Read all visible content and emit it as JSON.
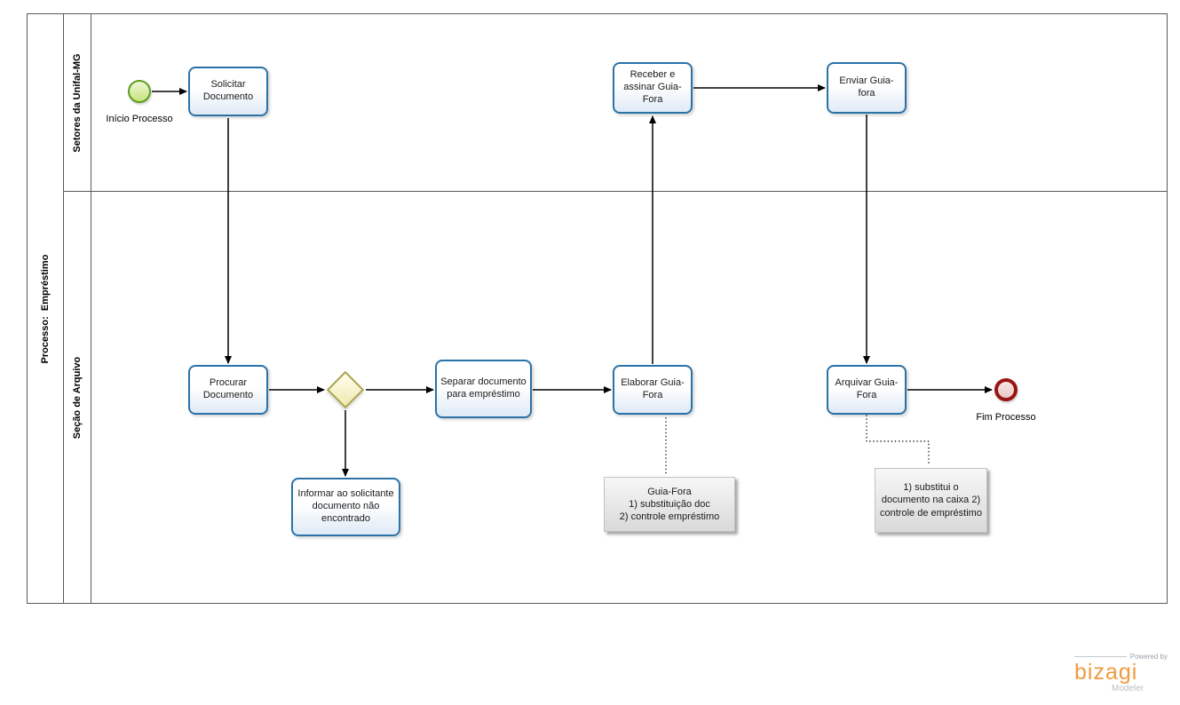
{
  "diagram": {
    "process_label": "Processo:  Empréstimo",
    "lanes": [
      {
        "label": "Setores da Unifal-MG"
      },
      {
        "label": "Seção de Arquivo"
      }
    ]
  },
  "nodes": {
    "start": {
      "label": "Início Processo"
    },
    "solicitar_documento": {
      "label": "Solicitar Documento"
    },
    "receber_assinar": {
      "label": "Receber e assinar Guia-Fora"
    },
    "enviar_guia": {
      "label": "Enviar Guia-fora"
    },
    "procurar_documento": {
      "label": "Procurar Documento"
    },
    "separar_documento": {
      "label": "Separar documento para empréstimo"
    },
    "elaborar_guia": {
      "label": "Elaborar Guia-Fora"
    },
    "arquivar_guia": {
      "label": "Arquivar Guia-Fora"
    },
    "informar_solicitante": {
      "label": "Informar ao solicitante documento não encontrado"
    },
    "end": {
      "label": "Fim Processo"
    }
  },
  "annotations": [
    {
      "text": "Guia-Fora\n1) substituição doc\n2) controle empréstimo"
    },
    {
      "text": "1) substitui o documento na caixa 2) controle de empréstimo"
    }
  ],
  "branding": {
    "powered_by": "Powered by",
    "logo_text": "bizagi",
    "logo_subtitle": "Modeler"
  },
  "colors": {
    "task_border": "#2a72a8",
    "task_fill_bottom": "#dfeaf6",
    "gateway_border": "#ada44f",
    "gateway_fill": "#efe9ad",
    "start_event_border": "#5e9c1f",
    "start_event_fill": "#c9e37f",
    "end_event_border": "#991414",
    "note_fill": "#d9d9d9",
    "logo_orange": "#ef9a3d"
  }
}
